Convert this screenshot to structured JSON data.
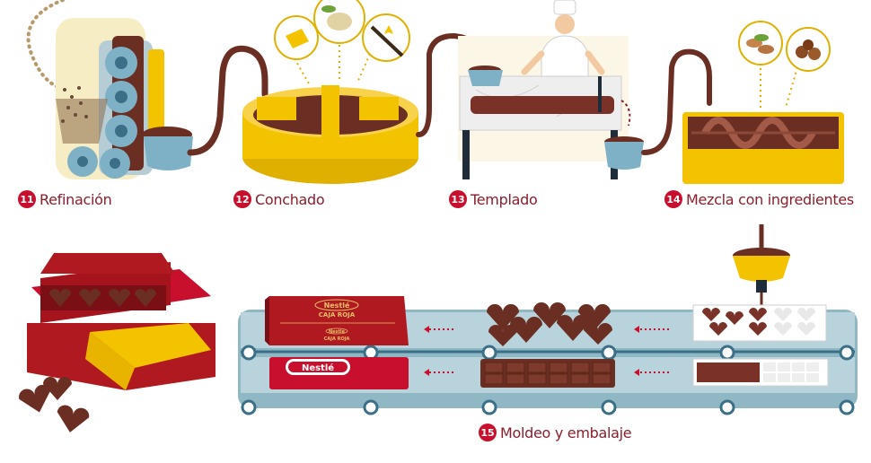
{
  "steps": [
    {
      "number": "11",
      "label": "Refinación"
    },
    {
      "number": "12",
      "label": "Conchado"
    },
    {
      "number": "13",
      "label": "Templado"
    },
    {
      "number": "14",
      "label": "Mezcla con ingredientes"
    },
    {
      "number": "15",
      "label": "Moldeo y embalaje"
    }
  ],
  "brand": {
    "logo": "Nestlé",
    "product": "CAJA ROJA"
  },
  "colors": {
    "chocolate": "#6b2e22",
    "yellow": "#f3c300",
    "red": "#c8102e",
    "belt": "#8fb7c4",
    "number_badge": "#c8102e",
    "label_text": "#8b1d2c"
  }
}
